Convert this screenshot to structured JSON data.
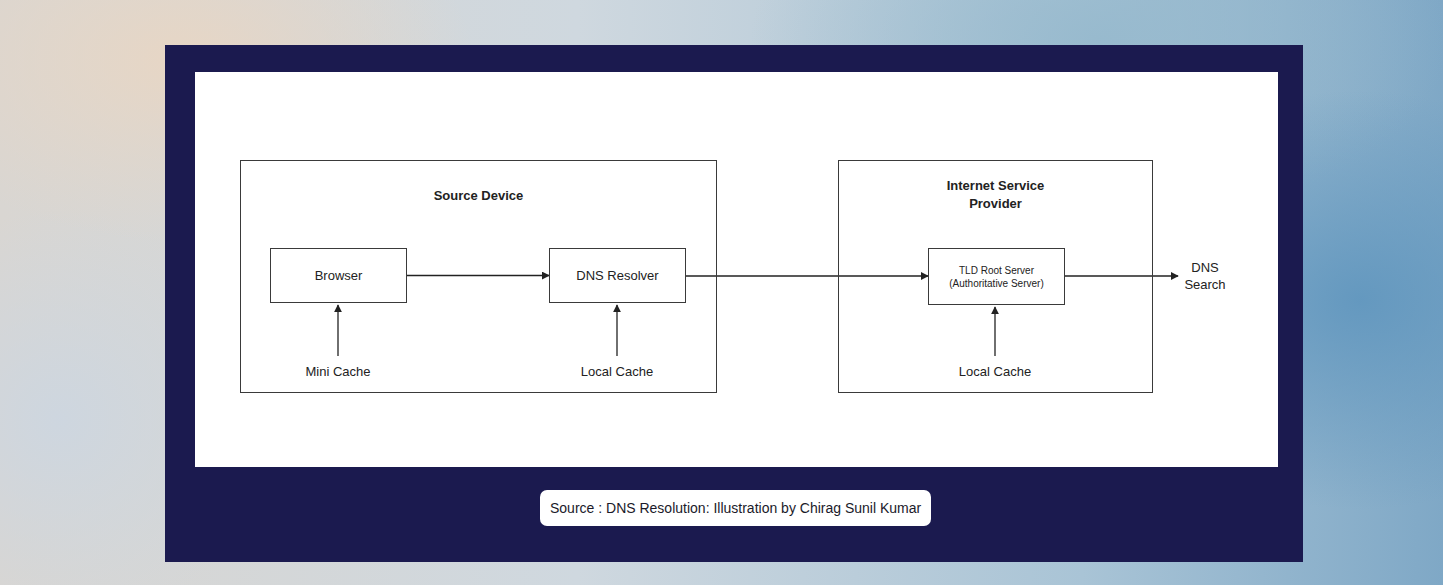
{
  "diagram": {
    "caption": "Source : DNS Resolution: Illustration by Chirag Sunil Kumar",
    "nodes": [
      {
        "text": [
          "Source Device"
        ]
      },
      {
        "text": [
          "Browser"
        ],
        "in": 0
      },
      {
        "text": [
          "DNS Resolver"
        ],
        "in": 0
      },
      {
        "text": [
          "Internet Service Provider"
        ]
      },
      {
        "text": [
          "TLD Root Server (Authoritative Server)"
        ],
        "in": 3
      }
    ],
    "edges": [
      {
        "from": 1,
        "to": 2,
        "arrow": "to"
      },
      {
        "from": 2,
        "to": 4,
        "arrow": "to"
      }
    ],
    "labels": [
      "Mini Cache",
      "Local Cache",
      "Local Cache",
      "DNS Search"
    ]
  }
}
